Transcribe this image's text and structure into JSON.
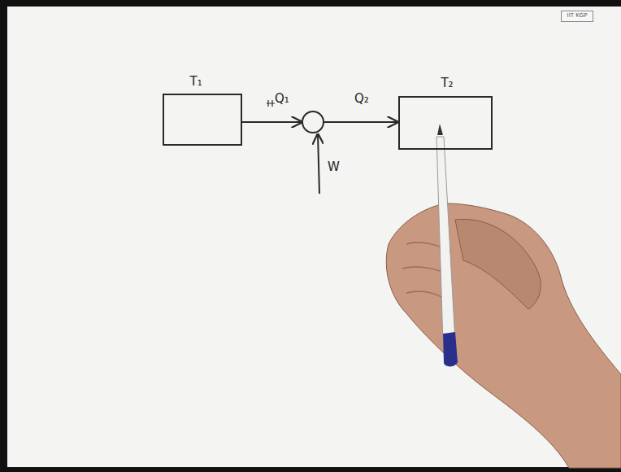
{
  "diagram": {
    "nodes": [
      {
        "text": [
          "T₁"
        ]
      },
      {
        "text": [
          "T₂"
        ]
      }
    ],
    "labels": [
      "Q₁",
      "Q₂",
      "W",
      "IIT KGP"
    ]
  }
}
